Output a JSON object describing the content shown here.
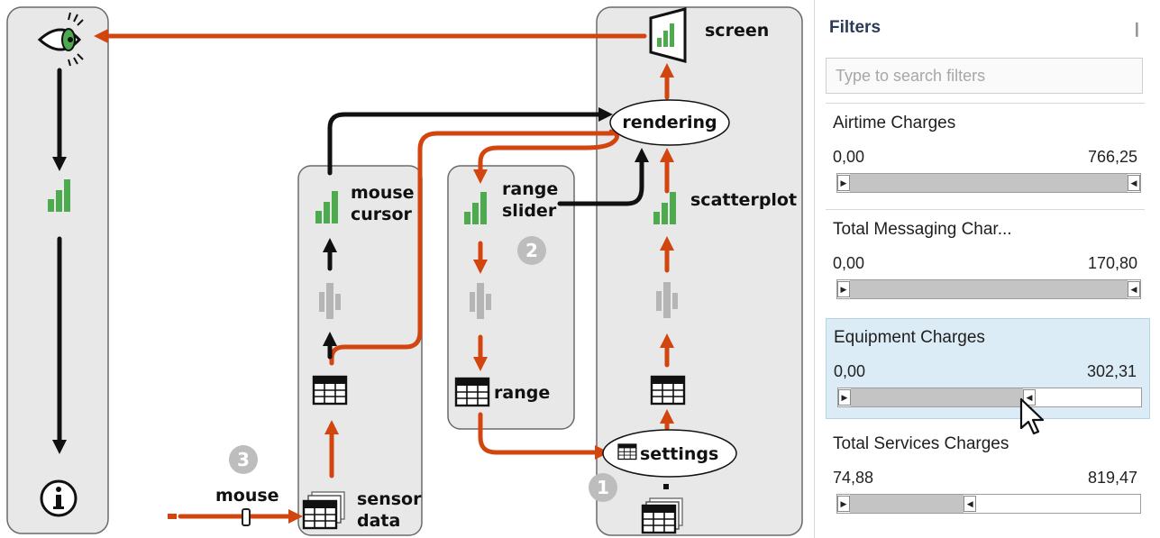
{
  "diagram": {
    "labels": {
      "screen": "screen",
      "rendering": "rendering",
      "scatterplot": "scatterplot",
      "mouse_cursor_1": "mouse",
      "mouse_cursor_2": "cursor",
      "range_slider_1": "range",
      "range_slider_2": "slider",
      "range": "range",
      "settings": "settings",
      "mouse": "mouse",
      "sensor_data_1": "sensor",
      "sensor_data_2": "data"
    },
    "markers": [
      "1",
      "2",
      "3"
    ],
    "colors": {
      "flow": "#d2450f",
      "control": "#111111",
      "view": "#4daa4f",
      "module": "#b5b5b5",
      "panel": "#e8e8e8"
    },
    "icons": [
      "eye-icon",
      "info-icon",
      "bar-chart-icon",
      "table-icon",
      "screen-icon"
    ]
  },
  "filters_panel": {
    "title": "Filters",
    "pin_icon": "pin-icon",
    "search_placeholder": "Type to search filters",
    "filters": [
      {
        "name": "Airtime Charges",
        "min": "0,00",
        "max": "766,25",
        "selected_range": [
          0.0,
          1.0
        ]
      },
      {
        "name": "Total Messaging Char...",
        "min": "0,00",
        "max": "170,80",
        "selected_range": [
          0.0,
          1.0
        ]
      },
      {
        "name": "Equipment Charges",
        "min": "0,00",
        "max": "302,31",
        "selected_range": [
          0.0,
          0.62
        ],
        "highlighted": true
      },
      {
        "name": "Total Services Charges",
        "min": "74,88",
        "max": "819,47",
        "selected_range": [
          0.0,
          0.41
        ]
      }
    ]
  }
}
